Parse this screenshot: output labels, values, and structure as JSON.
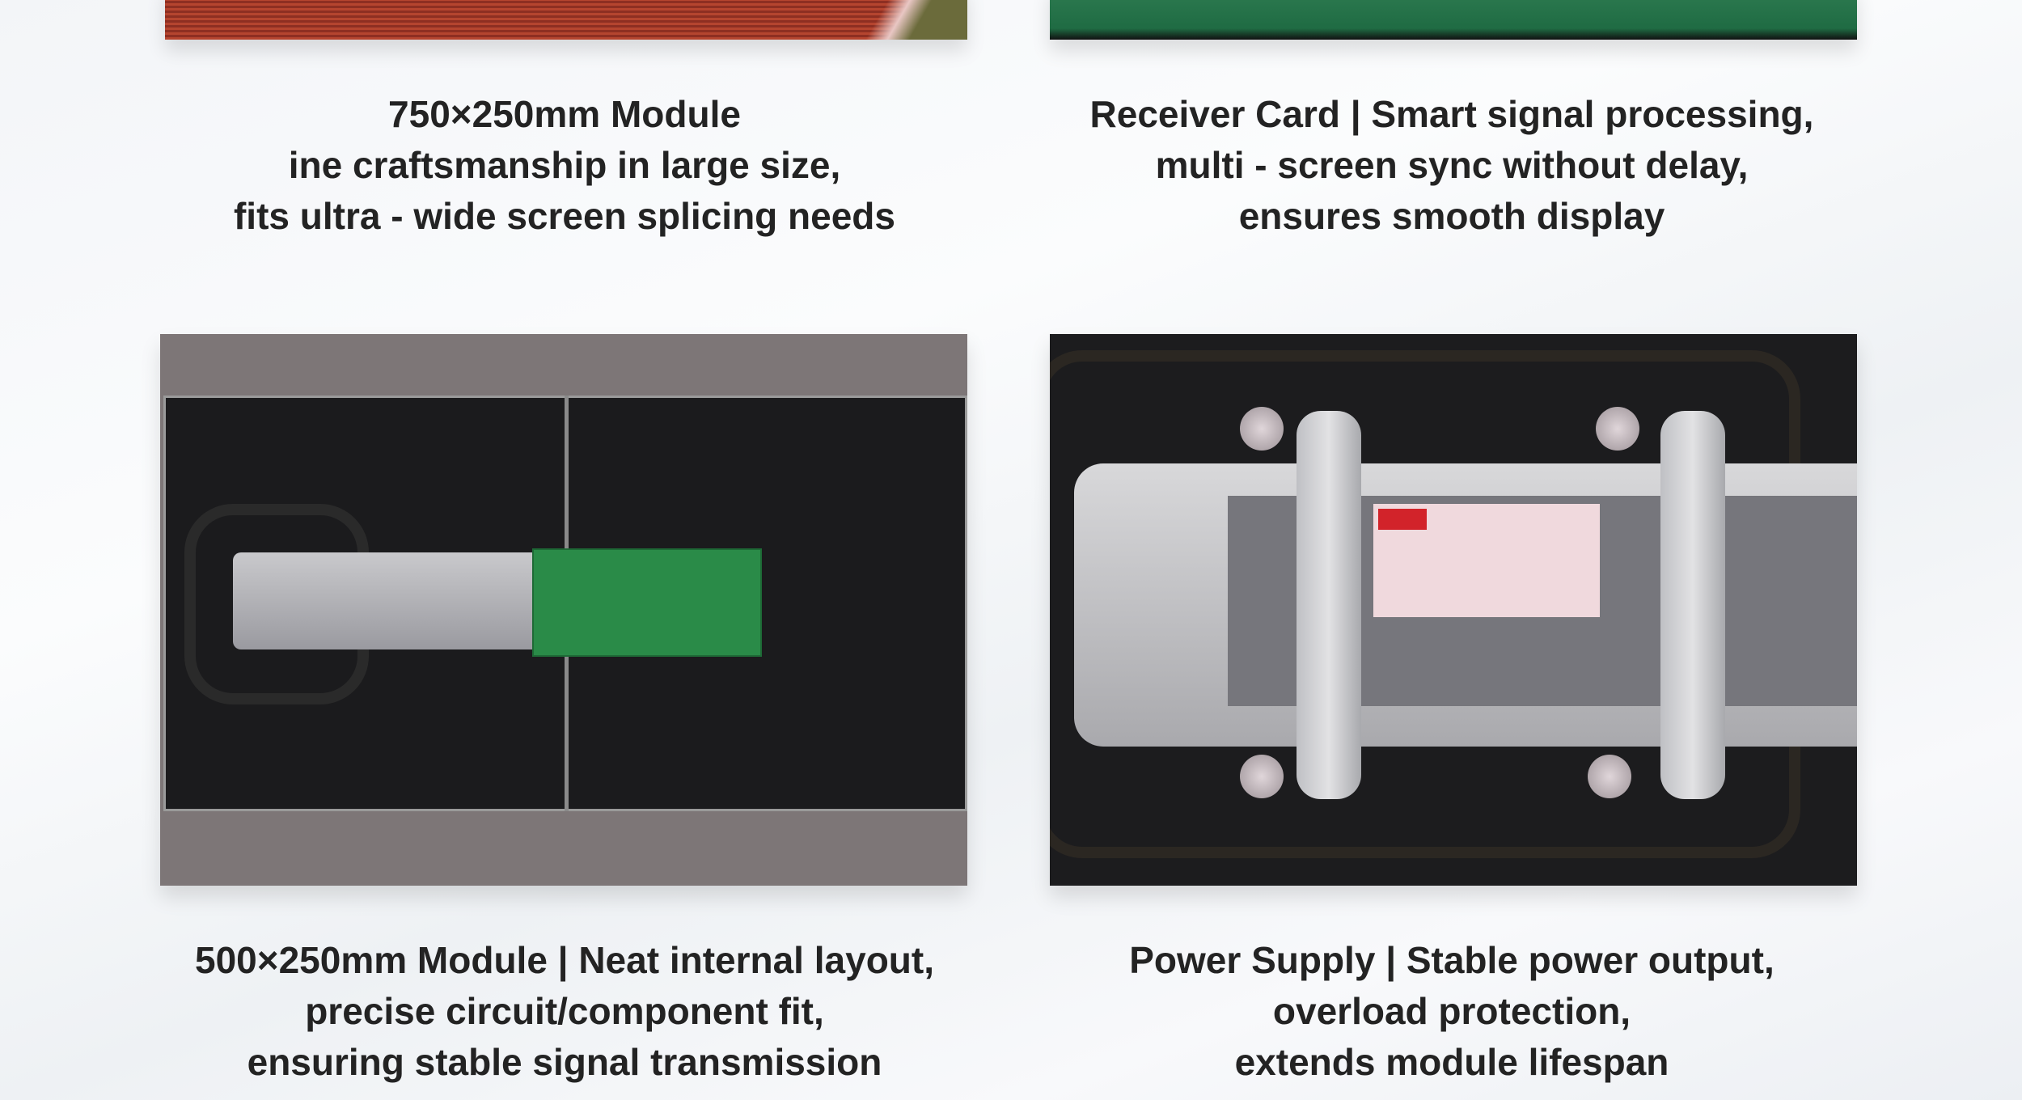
{
  "items": [
    {
      "photo_icon": "led-module-750x250-photo",
      "caption": [
        "750×250mm Module",
        "ine craftsmanship in large size,",
        "fits ultra - wide screen splicing needs"
      ]
    },
    {
      "photo_icon": "receiver-card-photo",
      "caption": [
        "Receiver Card | Smart signal processing,",
        "multi - screen sync without delay,",
        "ensures smooth display"
      ]
    },
    {
      "photo_icon": "led-module-500x250-interior-photo",
      "caption": [
        "500×250mm Module | Neat internal layout,",
        "precise circuit/component fit,",
        "ensuring stable signal transmission"
      ]
    },
    {
      "photo_icon": "power-supply-photo",
      "caption": [
        "Power Supply | Stable power output,",
        "overload protection,",
        "extends module lifespan"
      ]
    }
  ]
}
